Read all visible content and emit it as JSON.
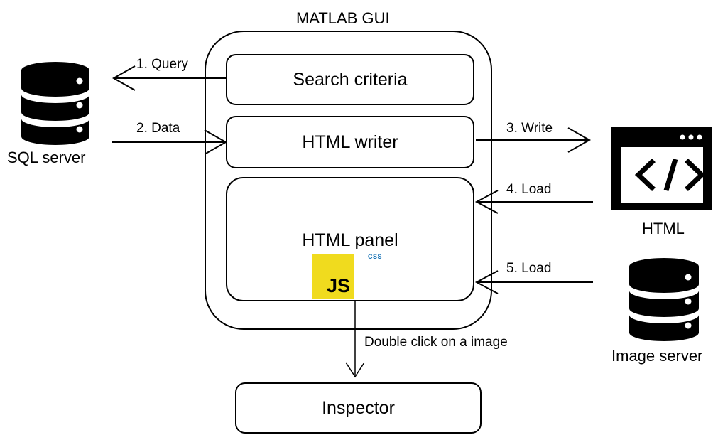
{
  "diagram": {
    "gui_title": "MATLAB GUI",
    "boxes": {
      "search_criteria": "Search criteria",
      "html_writer": "HTML writer",
      "html_panel": "HTML panel",
      "inspector": "Inspector"
    },
    "badges": {
      "js": "JS",
      "css": "CSS"
    },
    "nodes": {
      "sql_server": "SQL server",
      "html": "HTML",
      "image_server": "Image server"
    },
    "arrows": {
      "query": "1. Query",
      "data": "2. Data",
      "write": "3. Write",
      "load_html": "4. Load",
      "load_image": "5. Load",
      "double_click": "Double click on a image"
    },
    "icons": {
      "sql": "database-icon",
      "html": "browser-code-icon",
      "image": "database-icon",
      "js": "javascript-logo",
      "css": "css3-logo"
    },
    "colors": {
      "js_badge": "#f0db1e",
      "css_badge": "#1572b6",
      "stroke": "#000000"
    }
  }
}
